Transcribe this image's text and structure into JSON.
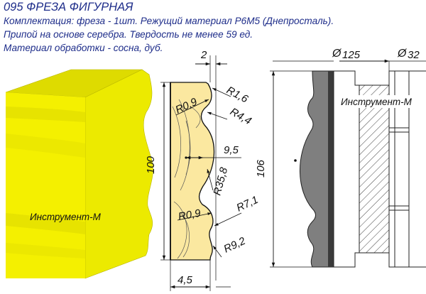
{
  "header": {
    "title": "095 ФРЕЗА ФИГУРНАЯ",
    "line1": "Комплектация: фреза - 1шт. Режущий материал Р6М5 (Днепросталь).",
    "line2": "Припой на основе серебра. Твердость не менее 59 ед.",
    "line3": "Материал обработки - сосна, дуб."
  },
  "colors": {
    "text": "#1e2d8a",
    "yellow": "#f4f000",
    "yellow_shadow": "#c9c500",
    "profile_fill": "#fbe8a0",
    "cutter_gray": "#7f7f7f",
    "cutter_dark": "#3a3a3a"
  },
  "render_block": {
    "label": "Инструмент-М"
  },
  "profile_drawing": {
    "dim_top_width": "2",
    "dim_height": "100",
    "dim_depth": "9,5",
    "dim_bottom_width": "4,5",
    "radii": {
      "r_top_small": "R0,9",
      "r_top_1": "R1,6",
      "r_top_2": "R4,4",
      "r_middle": "R35,8",
      "r_bottom_small": "R0,9",
      "r_bottom_1": "R7,1",
      "r_bottom_2": "R9,2"
    }
  },
  "cutter_drawing": {
    "dim_diameter_outer": "125",
    "dim_diameter_bore": "32",
    "dim_height": "106",
    "diameter_symbol": "Ø",
    "label": "Инструмент-М"
  }
}
